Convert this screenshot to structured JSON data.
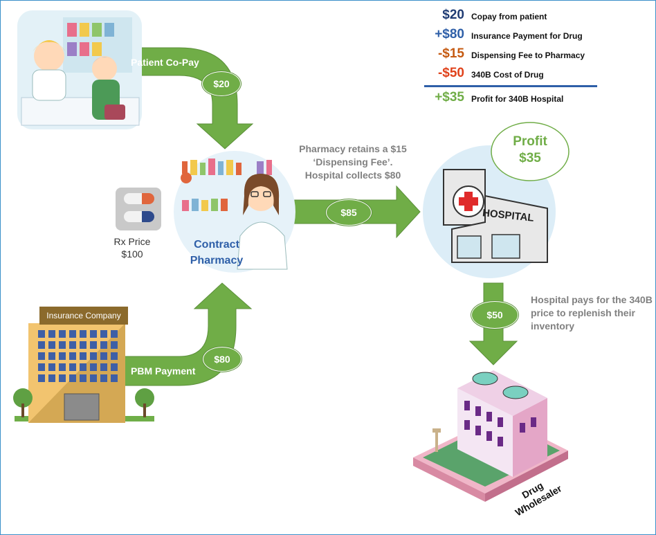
{
  "legend": {
    "items": [
      {
        "amount": "$20",
        "label": "Copay from patient",
        "color": "#1f3b73"
      },
      {
        "amount": "+$80",
        "label": "Insurance Payment for Drug",
        "color": "#2e5fa8"
      },
      {
        "amount": "-$15",
        "label": "Dispensing Fee to Pharmacy",
        "color": "#c55a11"
      },
      {
        "amount": "-$50",
        "label": "340B Cost of Drug",
        "color": "#e0421b"
      }
    ],
    "total": {
      "amount": "+$35",
      "label": "Profit for 340B Hospital",
      "color": "#70ad47"
    },
    "divider_color": "#2e5fa8"
  },
  "flows": {
    "patient_copay": {
      "label": "Patient Co-Pay",
      "amount": "$20"
    },
    "pbm_payment": {
      "label": "PBM Payment",
      "amount": "$80"
    },
    "pharmacy_to_hospital": {
      "amount": "$85"
    },
    "hospital_to_wholesaler": {
      "amount": "$50"
    }
  },
  "notes": {
    "pharmacy_note": "Pharmacy retains a $15 ‘Dispensing Fee’. Hospital collects $80",
    "hospital_note": "Hospital pays for the 340B price to replenish their inventory"
  },
  "profit_bubble": {
    "title": "Profit",
    "amount": "$35"
  },
  "rx_price": {
    "label": "Rx Price",
    "value": "$100"
  },
  "entities": {
    "contract_pharmacy": "Contract Pharmacy",
    "insurance_company": "Insurance Company",
    "hospital_sign": "HOSPITAL",
    "drug_wholesaler": "Drug Wholesaler"
  },
  "colors": {
    "arrow_green": "#70ad47",
    "border_blue": "#3a8fc9",
    "title_blue": "#2e5fa8",
    "note_gray": "#808080"
  }
}
